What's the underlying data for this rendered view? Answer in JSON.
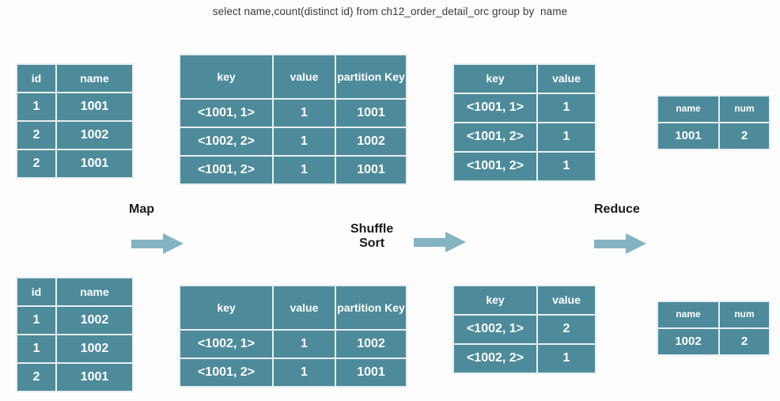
{
  "title": "select name,count(distinct id) from ch12_order_detail_orc group by  name",
  "colors": {
    "cell_fill": "#4d8b9b",
    "cell_text": "#ffffff",
    "grid": "#e9eef0",
    "arrow": "#84b3c1",
    "background": "#fdfdfd",
    "label_text": "#1a1a1a"
  },
  "stages": {
    "map": {
      "label": "Map",
      "arrow_icon": "right-arrow-icon"
    },
    "shuffle": {
      "label": "Shuffle\nSort",
      "arrow_icon": "right-arrow-icon"
    },
    "reduce": {
      "label": "Reduce",
      "arrow_icon": "right-arrow-icon"
    }
  },
  "tables": {
    "input_top": {
      "name": "input-split-1",
      "headers": [
        "id",
        "name"
      ],
      "rows": [
        [
          "1",
          "1001"
        ],
        [
          "2",
          "1002"
        ],
        [
          "2",
          "1001"
        ]
      ]
    },
    "input_bottom": {
      "name": "input-split-2",
      "headers": [
        "id",
        "name"
      ],
      "rows": [
        [
          "1",
          "1002"
        ],
        [
          "1",
          "1002"
        ],
        [
          "2",
          "1001"
        ]
      ]
    },
    "map_top": {
      "name": "map-output-1",
      "headers": [
        "key",
        "value",
        "partition Key"
      ],
      "rows": [
        [
          "<1001, 1>",
          "1",
          "1001"
        ],
        [
          "<1002, 2>",
          "1",
          "1002"
        ],
        [
          "<1001, 2>",
          "1",
          "1001"
        ]
      ]
    },
    "map_bottom": {
      "name": "map-output-2",
      "headers": [
        "key",
        "value",
        "partition Key"
      ],
      "rows": [
        [
          "<1002, 1>",
          "1",
          "1002"
        ],
        [
          "<1001, 2>",
          "1",
          "1001"
        ]
      ]
    },
    "shuffle_top": {
      "name": "shuffle-output-1",
      "headers": [
        "key",
        "value"
      ],
      "rows": [
        [
          "<1001, 1>",
          "1"
        ],
        [
          "<1001, 2>",
          "1"
        ],
        [
          "<1001, 2>",
          "1"
        ]
      ]
    },
    "shuffle_bottom": {
      "name": "shuffle-output-2",
      "headers": [
        "key",
        "value"
      ],
      "rows": [
        [
          "<1002, 1>",
          "2"
        ],
        [
          "<1002, 2>",
          "1"
        ]
      ]
    },
    "output_top": {
      "name": "reduce-output-1",
      "headers": [
        "name",
        "num"
      ],
      "rows": [
        [
          "1001",
          "2"
        ]
      ]
    },
    "output_bottom": {
      "name": "reduce-output-2",
      "headers": [
        "name",
        "num"
      ],
      "rows": [
        [
          "1002",
          "2"
        ]
      ]
    }
  }
}
